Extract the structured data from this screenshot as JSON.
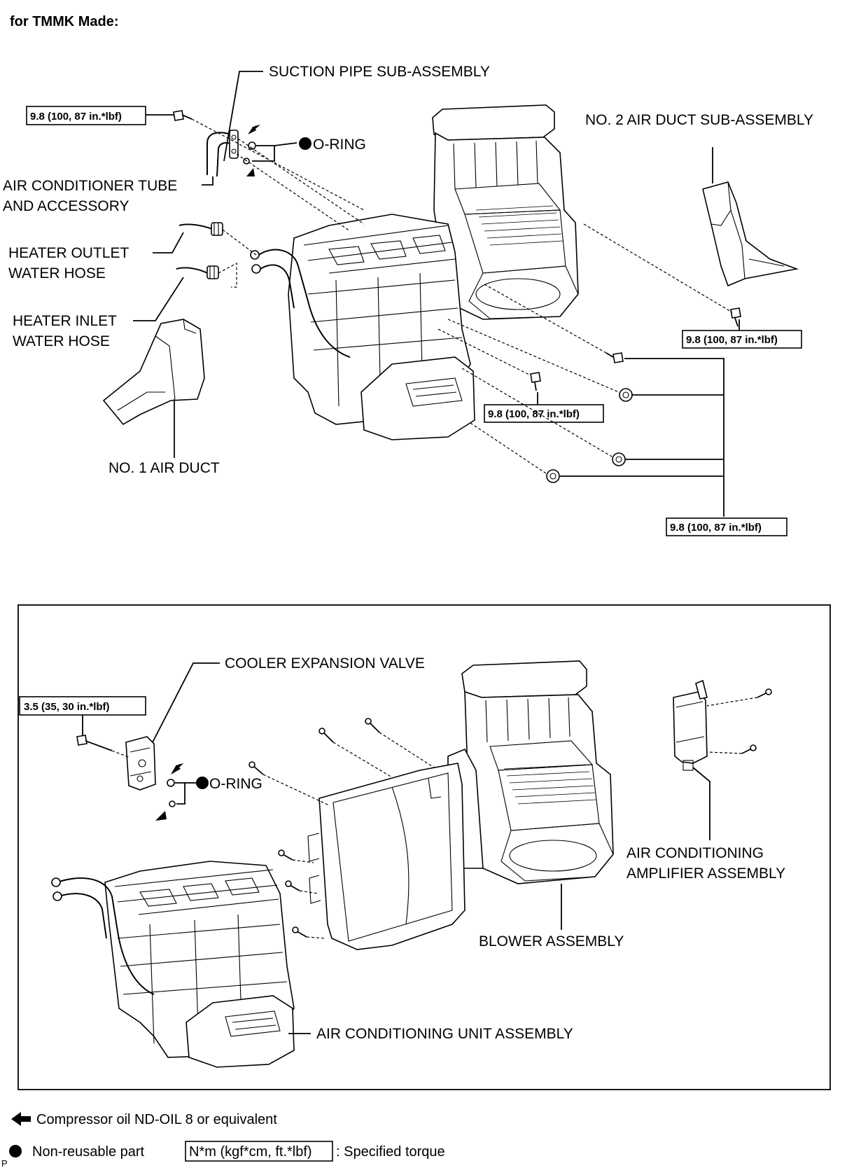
{
  "header": {
    "title": "for TMMK Made:"
  },
  "upper": {
    "suction_pipe": "SUCTION PIPE SUB-ASSEMBLY",
    "o_ring": "O-RING",
    "ac_tube_line1": "AIR CONDITIONER TUBE",
    "ac_tube_line2": "AND ACCESSORY",
    "heater_outlet_line1": "HEATER OUTLET",
    "heater_outlet_line2": "WATER HOSE",
    "heater_inlet_line1": "HEATER INLET",
    "heater_inlet_line2": "WATER HOSE",
    "no1_air_duct": "NO. 1 AIR DUCT",
    "no2_air_duct": "NO. 2 AIR DUCT SUB-ASSEMBLY",
    "torque_top_left": "9.8 (100, 87 in.*lbf)",
    "torque_right_top": "9.8 (100, 87 in.*lbf)",
    "torque_center": "9.8 (100, 87 in.*lbf)",
    "torque_right_bottom": "9.8 (100, 87 in.*lbf)"
  },
  "lower": {
    "cooler_valve": "COOLER EXPANSION VALVE",
    "torque_valve": "3.5 (35, 30 in.*lbf)",
    "o_ring": "O-RING",
    "ac_amp_line1": "AIR CONDITIONING",
    "ac_amp_line2": "AMPLIFIER ASSEMBLY",
    "blower": "BLOWER ASSEMBLY",
    "ac_unit": "AIR CONDITIONING UNIT ASSEMBLY"
  },
  "legend": {
    "oil": "Compressor oil ND-OIL 8 or equivalent",
    "nonreusable": "Non-reusable part",
    "torque_box": "N*m (kgf*cm, ft.*lbf)",
    "torque_desc": ": Specified torque"
  },
  "footer": {
    "mark": "P"
  }
}
